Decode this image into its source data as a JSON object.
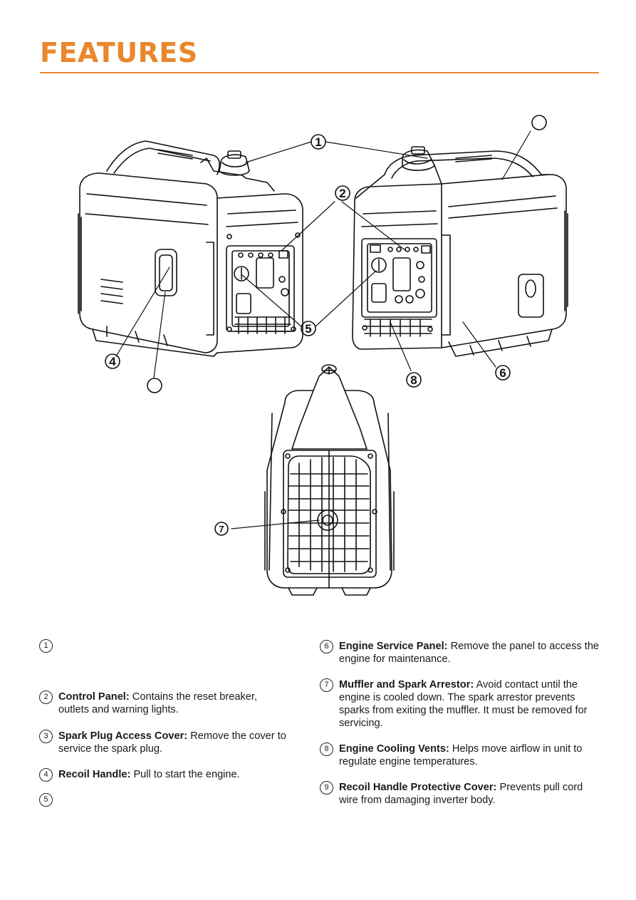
{
  "page": {
    "title": "FEATURES"
  },
  "callouts": [
    "1",
    "2",
    "5",
    "4",
    "8",
    "6",
    "7"
  ],
  "left_column": [
    {
      "number": "1",
      "name": "",
      "description": ""
    },
    {
      "number": "2",
      "name": "Control Panel:",
      "description": "Contains the reset breaker, outlets and warning lights."
    },
    {
      "number": "3",
      "name": "Spark Plug Access Cover:",
      "description": "Remove the cover to service the spark plug."
    },
    {
      "number": "4",
      "name": "Recoil Handle:",
      "description": "Pull to start the engine."
    },
    {
      "number": "5",
      "name": "",
      "description": ""
    }
  ],
  "right_column": [
    {
      "number": "6",
      "name": "Engine Service Panel:",
      "description": "Remove the panel to access the engine for maintenance."
    },
    {
      "number": "7",
      "name": "Muffler and Spark Arrestor:",
      "description": "Avoid contact until the engine is cooled down. The spark arrestor prevents sparks from exiting the muffler. It must be removed for servicing."
    },
    {
      "number": "8",
      "name": "Engine Cooling Vents:",
      "description": "Helps move airflow in unit to regulate engine temperatures."
    },
    {
      "number": "9",
      "name": "Recoil Handle Protective Cover:",
      "description": "Prevents pull cord wire from damaging inverter body."
    }
  ],
  "colors": {
    "accent": "#e9872a",
    "line_art": "#111111"
  }
}
